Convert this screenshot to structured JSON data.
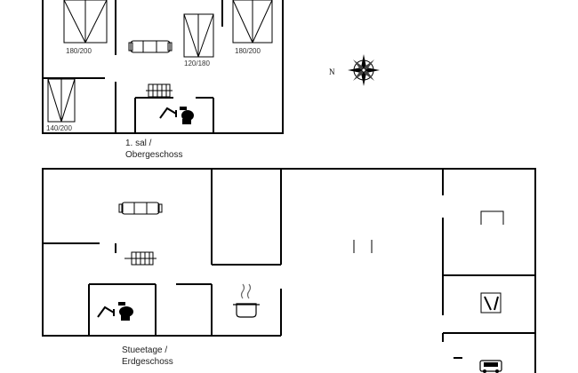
{
  "floors": [
    {
      "caption_line1": "1. sal /",
      "caption_line2": "Obergeschoss",
      "bed_labels": [
        "180/200",
        "120/180",
        "180/200",
        "140/200"
      ]
    },
    {
      "caption_line1": "Stueetage /",
      "caption_line2": "Erdgeschoss"
    }
  ],
  "compass": {
    "north_label": "N"
  },
  "icons": [
    "double-bed-icon",
    "single-bed-icon",
    "sofa-icon",
    "stairs-icon",
    "shower-icon",
    "toilet-icon",
    "cooking-pot-icon",
    "carport-car-icon",
    "compass-rose-icon"
  ],
  "colors": {
    "wall": "#000000",
    "background": "#ffffff"
  }
}
